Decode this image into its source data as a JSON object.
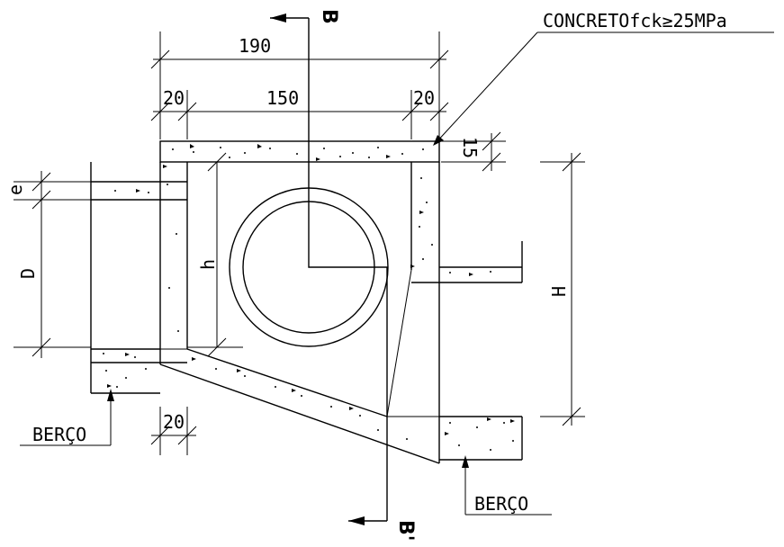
{
  "labels": {
    "concrete_note": "CONCRETOfck≥25MPa",
    "section_top": "B",
    "section_bottom": "B'",
    "dim_total_width": "190",
    "dim_left_wall": "20",
    "dim_inner_width": "150",
    "dim_right_wall": "20",
    "dim_top_slab": "15",
    "dim_wall_thickness": "e",
    "dim_diameter": "D",
    "dim_height_h": "h",
    "dim_height_H": "H",
    "dim_bottom_wall": "20",
    "berco_left": "BERÇO",
    "berco_right": "BERÇO"
  }
}
